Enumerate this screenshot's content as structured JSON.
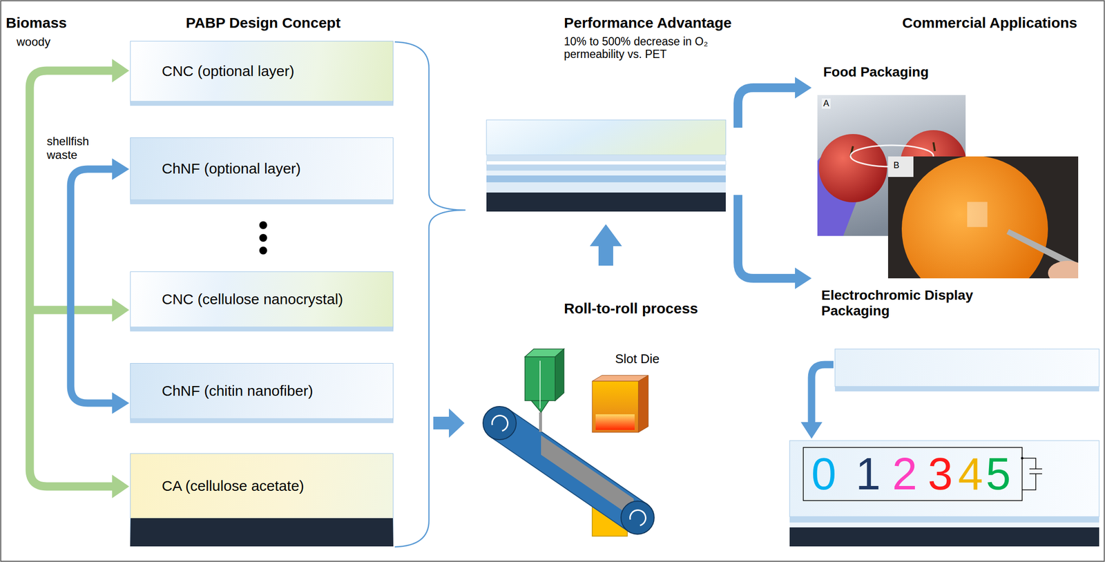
{
  "diagram": {
    "nodes": [
      {
        "text": [
          "CNC (optional layer)"
        ]
      },
      {
        "text": [
          "ChNF (optional layer)"
        ]
      },
      {
        "text": [
          "CNC (cellulose nanocrystal)"
        ]
      },
      {
        "text": [
          "ChNF (chitin nanofiber)"
        ]
      },
      {
        "text": [
          "CA (cellulose acetate)"
        ]
      }
    ],
    "labels": [
      "Biomass",
      "woody",
      "shellfish waste",
      "PABP Design Concept",
      "Performance Advantage",
      "10% to 500% decrease in O₂ permeability vs. PET",
      "Commercial Applications",
      "Food Packaging",
      "A",
      "B",
      "Roll-to-roll process",
      "Slot Die",
      "Electrochromic Display Packaging",
      "0",
      "1",
      "2",
      "3",
      "4",
      "5"
    ]
  }
}
